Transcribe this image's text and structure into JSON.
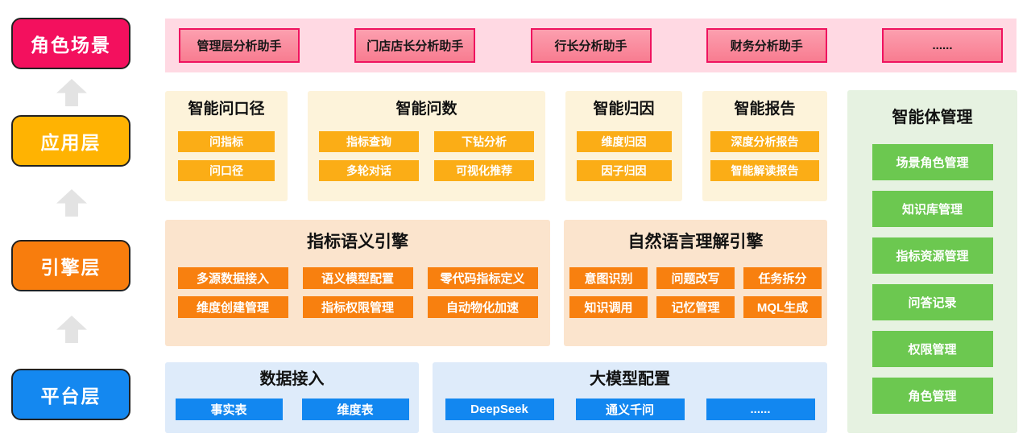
{
  "diagram": {
    "layer_rail": {
      "items": [
        {
          "label": "角色场景",
          "color": "#F3105E"
        },
        {
          "label": "应用层",
          "color": "#FFB302"
        },
        {
          "label": "引擎层",
          "color": "#F87D0D"
        },
        {
          "label": "平台层",
          "color": "#1488F0"
        }
      ]
    },
    "role_row": {
      "buttons": [
        "管理层分析助手",
        "门店店长分析助手",
        "行长分析助手",
        "财务分析助手",
        "......"
      ]
    },
    "app_row": {
      "sections": [
        {
          "title": "智能问口径",
          "buttons": [
            "问指标",
            "问口径"
          ]
        },
        {
          "title": "智能问数",
          "buttons": [
            "指标查询",
            "下钻分析",
            "多轮对话",
            "可视化推荐"
          ]
        },
        {
          "title": "智能归因",
          "buttons": [
            "维度归因",
            "因子归因"
          ]
        },
        {
          "title": "智能报告",
          "buttons": [
            "深度分析报告",
            "智能解读报告"
          ]
        }
      ]
    },
    "engine_row": {
      "sections": [
        {
          "title": "指标语义引擎",
          "buttons": [
            "多源数据接入",
            "语义模型配置",
            "零代码指标定义",
            "维度创建管理",
            "指标权限管理",
            "自动物化加速"
          ]
        },
        {
          "title": "自然语言理解引擎",
          "buttons": [
            "意图识别",
            "问题改写",
            "任务拆分",
            "知识调用",
            "记忆管理",
            "MQL生成"
          ]
        }
      ]
    },
    "platform_row": {
      "sections": [
        {
          "title": "数据接入",
          "buttons": [
            "事实表",
            "维度表"
          ]
        },
        {
          "title": "大模型配置",
          "buttons": [
            "DeepSeek",
            "通义千问",
            "......"
          ]
        }
      ]
    },
    "agent_panel": {
      "title": "智能体管理",
      "buttons": [
        "场景角色管理",
        "知识库管理",
        "指标资源管理",
        "问答记录",
        "权限管理",
        "角色管理"
      ]
    },
    "colors": {
      "role_row_bg": "#FFD9E3",
      "role_chip_top": "#FC9FAF",
      "role_chip_bottom": "#F87C90",
      "role_chip_border": "#EF135F",
      "app_card_bg": "#FDF3DA",
      "app_chip": "#FBAD16",
      "engine_card_bg": "#FBE4CD",
      "engine_chip": "#F8800F",
      "platform_card_bg": "#DEEBFA",
      "platform_chip": "#1287F0",
      "agent_panel_bg": "#E6F2E1",
      "agent_chip": "#6CC850",
      "arrow": "#E3E3E3"
    }
  }
}
